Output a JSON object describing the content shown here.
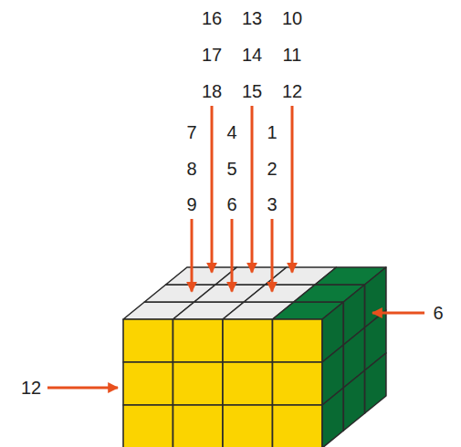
{
  "diagram": {
    "labels": [
      "16",
      "13",
      "10",
      "17",
      "14",
      "11",
      "18",
      "15",
      "12",
      "7",
      "4",
      "1",
      "8",
      "5",
      "2",
      "9",
      "6",
      "3",
      "6",
      "12"
    ]
  }
}
